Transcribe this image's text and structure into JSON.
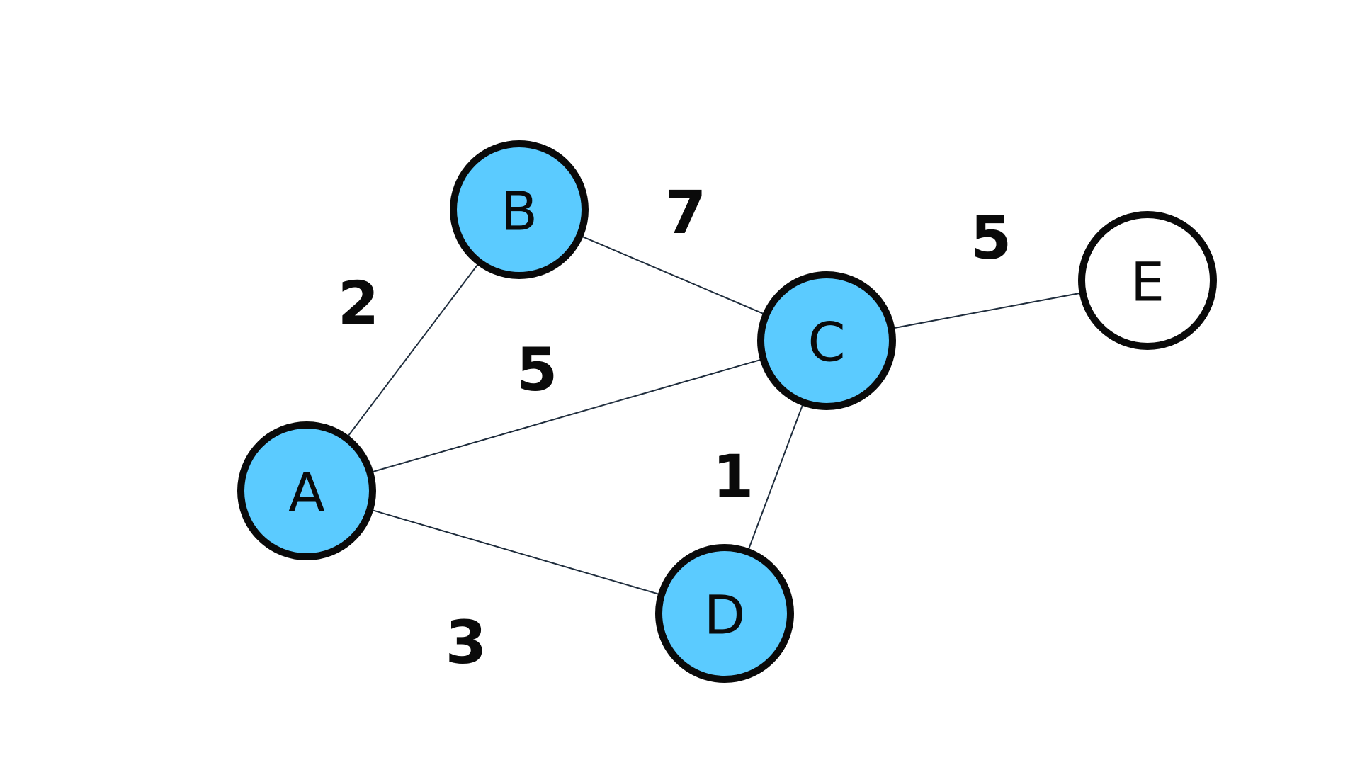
{
  "colors": {
    "visited_fill": "#5bcbff",
    "unvisited_fill": "#ffffff",
    "outline": "#0a0a0a",
    "edge": "#1f2d3d"
  },
  "nodes": [
    {
      "id": "A",
      "label": "A",
      "visited": true
    },
    {
      "id": "B",
      "label": "B",
      "visited": true
    },
    {
      "id": "C",
      "label": "C",
      "visited": true
    },
    {
      "id": "D",
      "label": "D",
      "visited": true
    },
    {
      "id": "E",
      "label": "E",
      "visited": false
    }
  ],
  "edges": [
    {
      "from": "A",
      "to": "B",
      "weight": "2"
    },
    {
      "from": "B",
      "to": "C",
      "weight": "7"
    },
    {
      "from": "A",
      "to": "C",
      "weight": "5"
    },
    {
      "from": "C",
      "to": "E",
      "weight": "5"
    },
    {
      "from": "C",
      "to": "D",
      "weight": "1"
    },
    {
      "from": "A",
      "to": "D",
      "weight": "3"
    }
  ]
}
